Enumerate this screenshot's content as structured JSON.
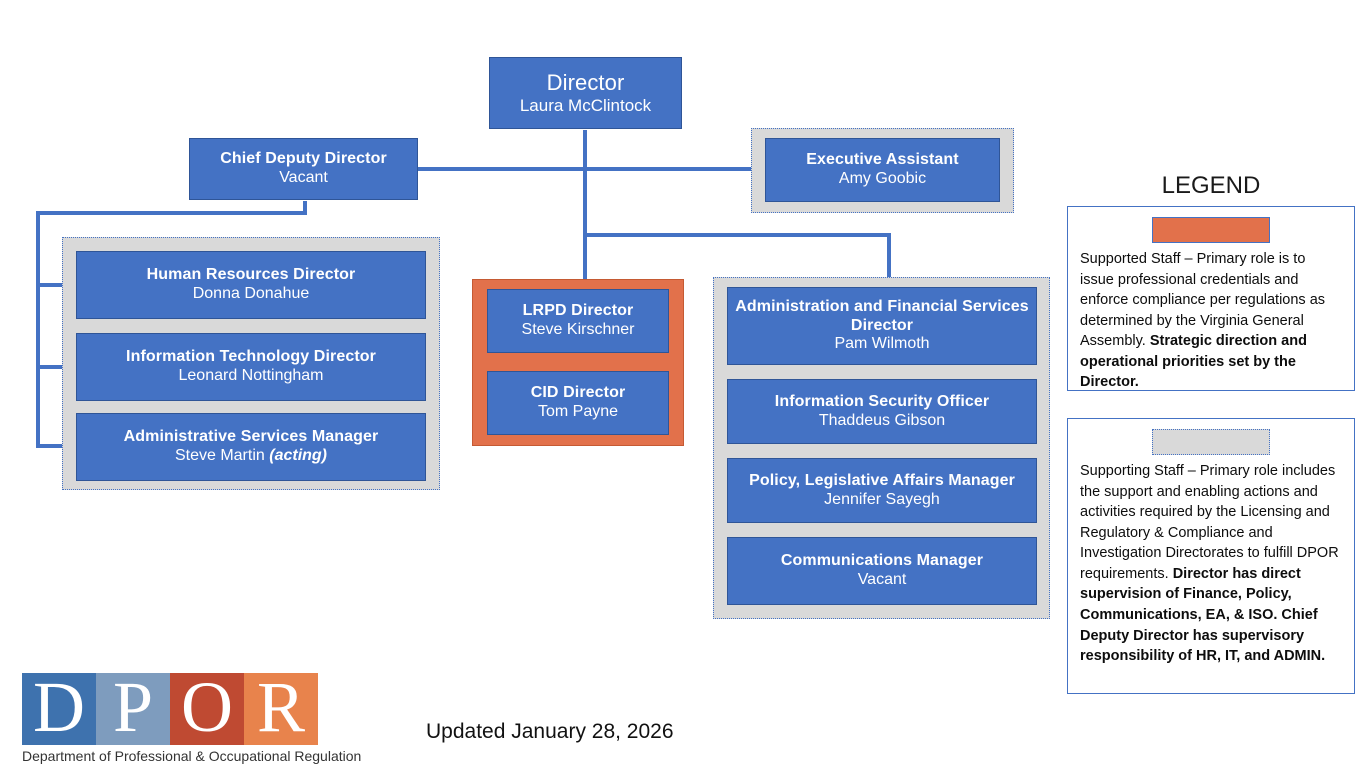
{
  "chart_data": {
    "type": "diagram",
    "title": "DPOR Organizational Chart",
    "subtype": "org-chart"
  },
  "org": {
    "director": {
      "title": "Director",
      "name": "Laura McClintock"
    },
    "chief_deputy": {
      "title": "Chief Deputy Director",
      "name": "Vacant"
    },
    "executive_assistant": {
      "title": "Executive Assistant",
      "name": "Amy Goobic"
    },
    "left_group": [
      {
        "title": "Human Resources Director",
        "name": "Donna Donahue",
        "name_suffix": ""
      },
      {
        "title": "Information Technology Director",
        "name": "Leonard Nottingham",
        "name_suffix": ""
      },
      {
        "title": "Administrative Services Manager",
        "name": "Steve Martin ",
        "name_suffix": "(acting)"
      }
    ],
    "center_group": [
      {
        "title": "LRPD Director",
        "name": "Steve Kirschner"
      },
      {
        "title": "CID Director",
        "name": "Tom Payne"
      }
    ],
    "right_group": [
      {
        "title": "Administration and Financial Services Director",
        "name": "Pam Wilmoth"
      },
      {
        "title": "Information Security Officer",
        "name": "Thaddeus Gibson"
      },
      {
        "title": "Policy, Legislative Affairs Manager",
        "name": "Jennifer Sayegh"
      },
      {
        "title": "Communications Manager",
        "name": "Vacant"
      }
    ]
  },
  "legend": {
    "heading": "LEGEND",
    "items": [
      {
        "swatch": "orange",
        "text_regular": "Supported Staff – Primary role is to issue professional credentials and enforce compliance per regulations as determined by the Virginia General Assembly.  ",
        "text_bold": "Strategic direction and operational priorities set by the Director."
      },
      {
        "swatch": "gray",
        "text_regular": "Supporting Staff – Primary role includes the support and enabling actions and activities required by the Licensing and Regulatory & Compliance and Investigation Directorates to fulfill DPOR requirements. ",
        "text_bold": "Director has direct supervision of Finance, Policy, Communications, EA, & ISO. Chief Deputy Director has supervisory responsibility of HR, IT, and ADMIN."
      }
    ]
  },
  "footer": {
    "updated": "Updated January 28, 2026"
  },
  "logo": {
    "letters": [
      "D",
      "P",
      "O",
      "R"
    ],
    "caption": "Department of Professional & Occupational Regulation",
    "colors": [
      "#3E72AE",
      "#7E9CBE",
      "#BF4A32",
      "#E8834C"
    ]
  },
  "colors": {
    "node_blue": "#4472C4",
    "node_border": "#2F5597",
    "group_gray": "#D9D9D9",
    "accent_orange": "#E2714B"
  }
}
